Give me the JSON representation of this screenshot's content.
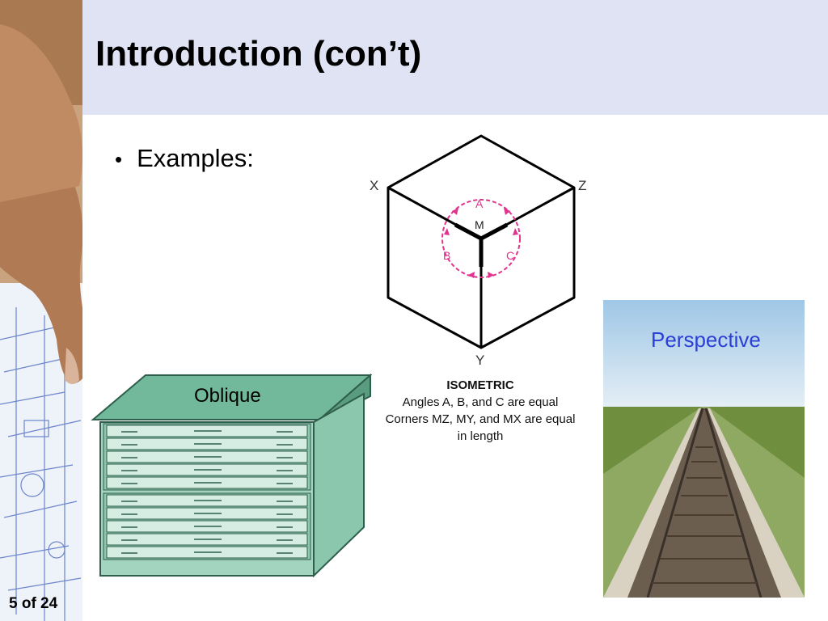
{
  "slide": {
    "title": "Introduction (con’t)",
    "bullet": "Examples:",
    "page_number": "5 of 24"
  },
  "isometric": {
    "axis_x": "X",
    "axis_z": "Z",
    "axis_y": "Y",
    "corner_m": "M",
    "angle_a": "A",
    "angle_b": "B",
    "angle_c": "C",
    "caption_title": "ISOMETRIC",
    "caption_line1": "Angles A, B, and C are equal",
    "caption_line2": "Corners MZ, MY, and MX are equal",
    "caption_line3": "in length"
  },
  "oblique": {
    "label": "Oblique"
  },
  "perspective": {
    "label": "Perspective"
  },
  "colors": {
    "title_bar": "#dfe3f3",
    "angle_marks": "#e2338f",
    "cabinet": "#7cbfa3",
    "perspective_label": "#2b3fd6"
  }
}
